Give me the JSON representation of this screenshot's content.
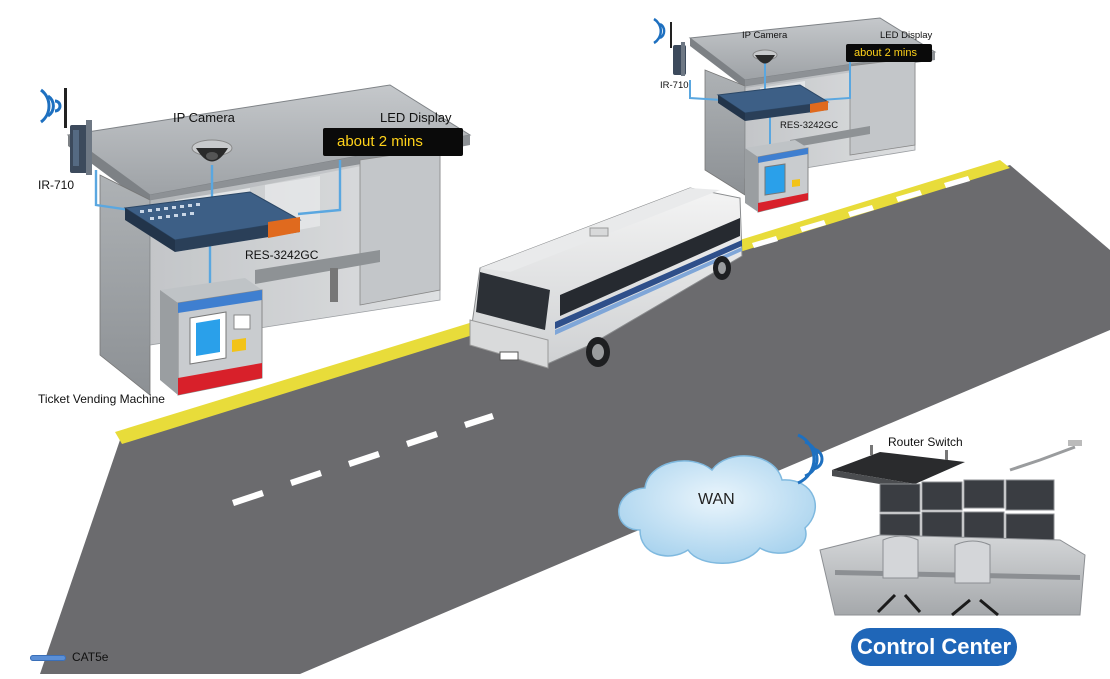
{
  "left_station": {
    "wireless_router": "IR-710",
    "camera": "IP Camera",
    "display_label": "LED Display",
    "display_text": "about 2 mins",
    "switch": "RES-3242GC",
    "vending_machine": "Ticket Vending Machine"
  },
  "right_station": {
    "wireless_router": "IR-710",
    "camera": "IP Camera",
    "display_label": "LED Display",
    "display_text": "about 2 mins",
    "switch": "RES-3242GC"
  },
  "network": {
    "wan": "WAN",
    "router_switch": "Router Switch",
    "control_center": "Control Center"
  },
  "legend": {
    "cat5e": "CAT5e"
  },
  "colors": {
    "cable": "#5aa7e0",
    "control_center_pill": "#1f66b8",
    "led_text": "#ffd21a",
    "road": "#6b6b6e",
    "road_line_yellow": "#f0e040"
  }
}
